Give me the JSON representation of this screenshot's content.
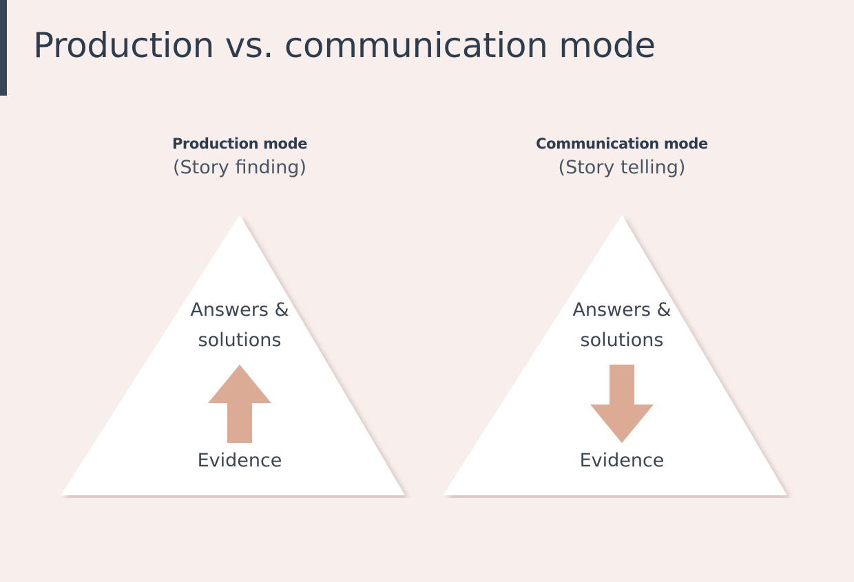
{
  "slide": {
    "title": "Production vs. communication mode",
    "background_color": "#f8eeeb",
    "accent_bar_color": "#384556",
    "title_color": "#2e3d4e"
  },
  "columns": [
    {
      "id": "production",
      "heading": "Production mode",
      "subheading": "(Story finding)",
      "pyramid": {
        "top_label": "Answers &",
        "top_label_2": "solutions",
        "bottom_label": "Evidence",
        "fill_color": "#ffffff"
      },
      "arrow": {
        "icon": "arrow-up-icon",
        "direction": "up",
        "color": "#dbab96"
      }
    },
    {
      "id": "communication",
      "heading": "Communication mode",
      "subheading": "(Story telling)",
      "pyramid": {
        "top_label": "Answers &",
        "top_label_2": "solutions",
        "bottom_label": "Evidence",
        "fill_color": "#ffffff"
      },
      "arrow": {
        "icon": "arrow-down-icon",
        "direction": "down",
        "color": "#dbab96"
      }
    }
  ]
}
